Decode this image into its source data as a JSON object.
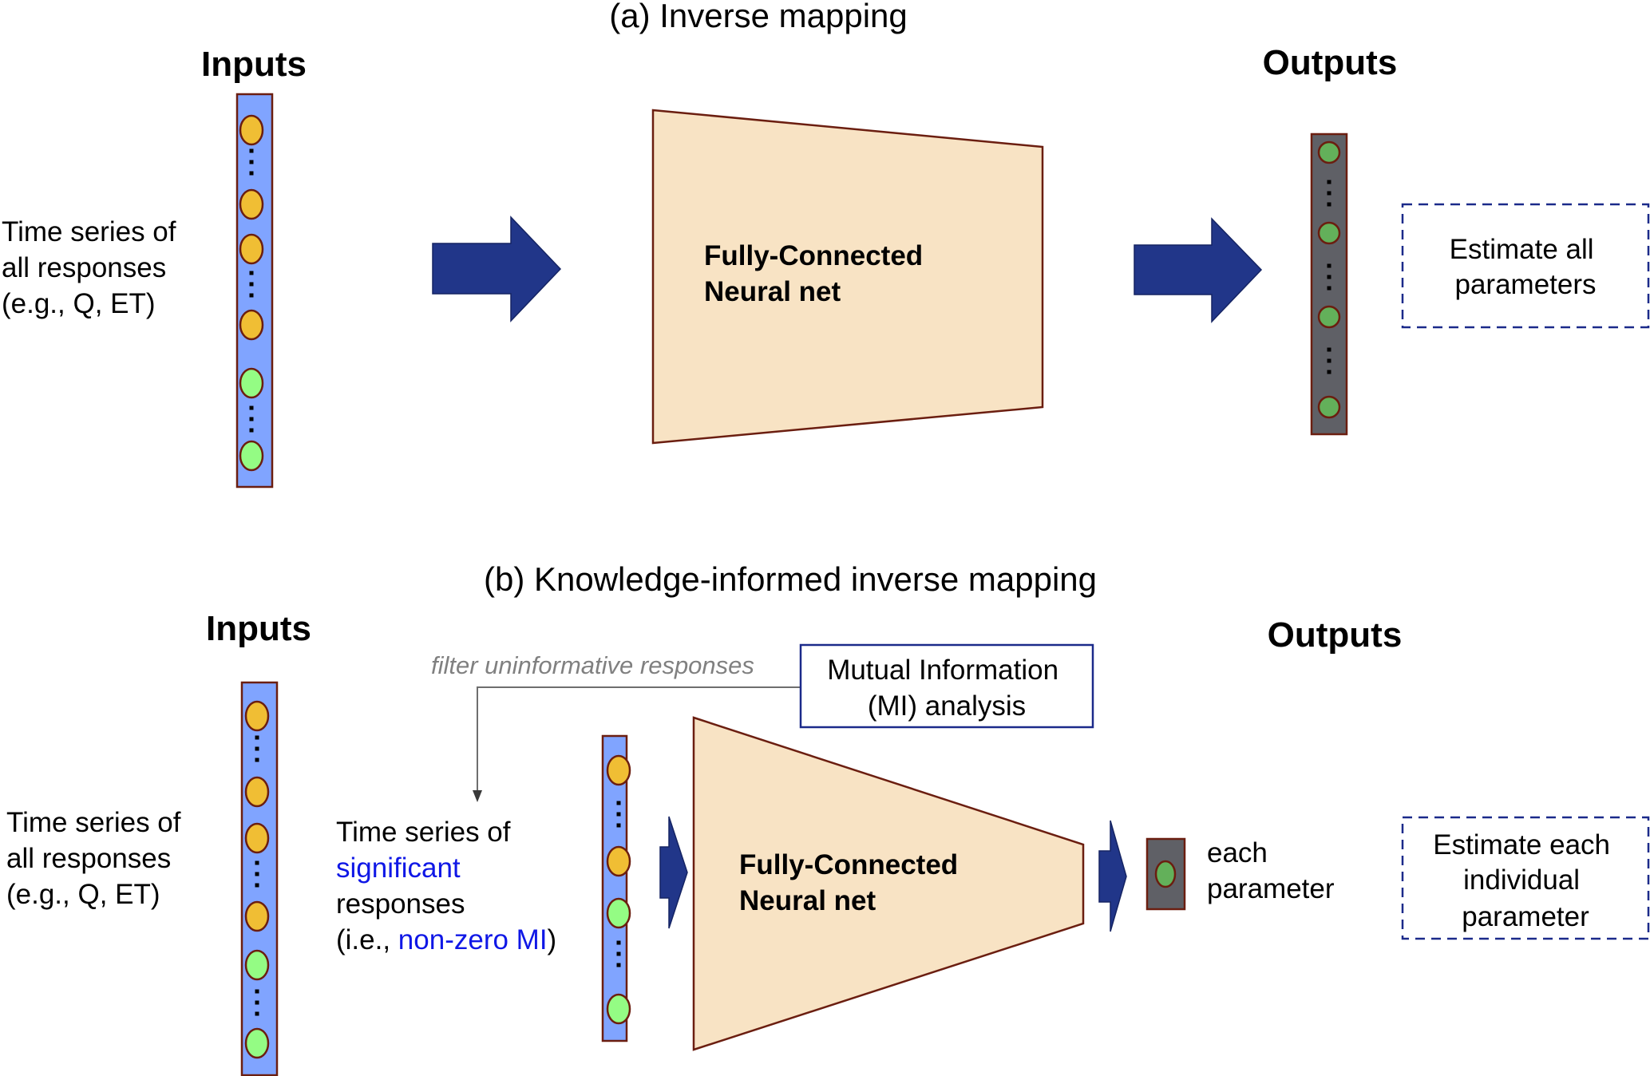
{
  "panel_a": {
    "title": "(a) Inverse mapping",
    "inputs_header": "Inputs",
    "outputs_header": "Outputs",
    "input_label": [
      "Time series of",
      "all responses",
      "(e.g., Q, ET)"
    ],
    "network_label": [
      "Fully-Connected",
      "Neural net"
    ],
    "result_label": [
      "Estimate all",
      "parameters"
    ],
    "input_nodes": [
      "yellow",
      "ellipsis",
      "yellow",
      "yellow",
      "ellipsis",
      "yellow",
      "green",
      "ellipsis",
      "green"
    ],
    "output_nodes": [
      "green",
      "ellipsis",
      "green",
      "ellipsis",
      "green",
      "ellipsis",
      "green"
    ]
  },
  "panel_b": {
    "title": "(b) Knowledge-informed inverse mapping",
    "inputs_header": "Inputs",
    "outputs_header": "Outputs",
    "input_label": [
      "Time series of",
      "all responses",
      "(e.g., Q, ET)"
    ],
    "filter_label": "filter uninformative responses",
    "mi_box_label": [
      "Mutual Information",
      "(MI) analysis"
    ],
    "significant_label": {
      "line1": "Time series of",
      "line2_highlight": "significant",
      "line3": "responses",
      "line4_prefix": "(i.e., ",
      "line4_highlight": "non-zero MI",
      "line4_suffix": ")"
    },
    "network_label": [
      "Fully-Connected",
      "Neural net"
    ],
    "output_label": [
      "each",
      "parameter"
    ],
    "result_label": [
      "Estimate each",
      "individual",
      "parameter"
    ],
    "input_nodes": [
      "yellow",
      "ellipsis",
      "yellow",
      "yellow",
      "ellipsis",
      "yellow",
      "green",
      "ellipsis",
      "green"
    ],
    "filtered_nodes": [
      "yellow",
      "ellipsis",
      "yellow",
      "green",
      "ellipsis",
      "green"
    ],
    "output_nodes": [
      "green"
    ]
  },
  "colors": {
    "input_bar": "#80a4ff",
    "output_bar": "#5f6066",
    "node_yellow": "#f0be34",
    "node_green_light": "#94fc84",
    "node_green_dark": "#63b05a",
    "network_fill": "#f8e3c4",
    "arrow": "#213689",
    "highlight_text": "#0f17e6",
    "box_border": "#1b2a8a"
  }
}
